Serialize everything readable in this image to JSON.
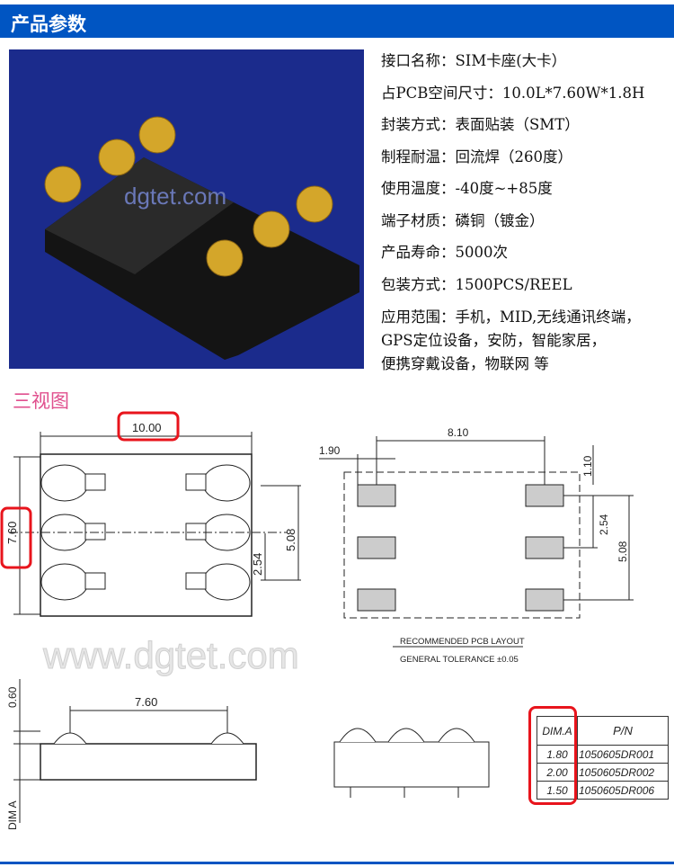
{
  "header": {
    "title": "产品参数"
  },
  "photo": {
    "watermark": "dgtet.com"
  },
  "specs": [
    "接口名称：SIM卡座(大卡）",
    "占PCB空间尺寸：10.0L*7.60W*1.8H",
    "封装方式：表面贴装（SMT）",
    "制程耐温：回流焊（260度）",
    "使用温度：-40度~+85度",
    "端子材质：磷铜（镀金）",
    "产品寿命：5000次",
    "包装方式：1500PCS/REEL"
  ],
  "application": [
    "应用范围：手机，MID,无线通讯终端，",
    "GPS定位设备，安防，智能家居，",
    "便携穿戴设备，物联网 等"
  ],
  "section": {
    "title": "三视图"
  },
  "drawing": {
    "watermark": "www.dgtet.com",
    "top_view": {
      "length": "10.00",
      "width": "7.60",
      "pitch_total": "5.08",
      "pitch": "2.54"
    },
    "pcb_layout": {
      "offset": "1.90",
      "span": "8.10",
      "pad": "1.10",
      "pitch": "2.54",
      "pitch_total": "5.08",
      "caption": "RECOMMENDED PCB LAYOUT",
      "tolerance": "GENERAL TOLERANCE ±0.05"
    },
    "side_view": {
      "width": "7.60",
      "height": "0.60",
      "dim": "DIM A"
    }
  },
  "table": {
    "headers": [
      "DIM.A",
      "P/N"
    ],
    "rows": [
      [
        "1.80",
        "1050605DR001"
      ],
      [
        "2.00",
        "1050605DR002"
      ],
      [
        "1.50",
        "1050605DR006"
      ]
    ]
  },
  "colors": {
    "brand": "#0055c2",
    "highlight": "#e8141c",
    "section": "#e0508e"
  }
}
